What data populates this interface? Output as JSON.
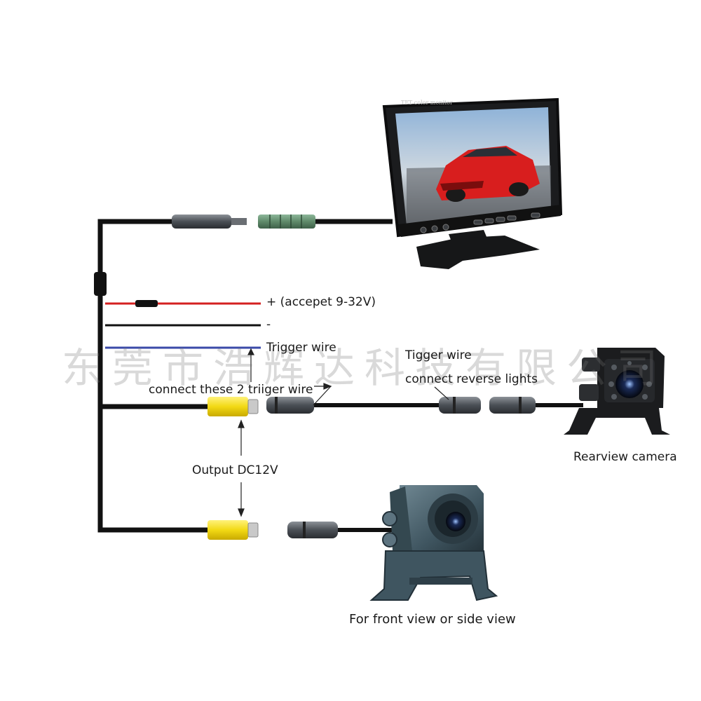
{
  "labels": {
    "plus": "+ (accepet 9-32V)",
    "minus": "-",
    "trigger_wire": "Trigger wire",
    "tigger_wire": "Tigger wire",
    "connect_reverse": "connect reverse lights",
    "connect_trigger": "connect these 2 triiger wire",
    "output": "Output DC12V",
    "rearview": "Rearview camera",
    "front_view": "For front view or side view"
  },
  "monitor": {
    "brand_text": "TFT color monitor"
  },
  "watermark": "东莞市浩辉达科技有限公司",
  "colors": {
    "cable": "#111111",
    "red_wire": "#d42020",
    "blue_wire": "#3a4aa8",
    "rca_yellow": "#f4dd1a",
    "camera_body": "#3f5560",
    "connector_green": "#5f8a6a"
  }
}
